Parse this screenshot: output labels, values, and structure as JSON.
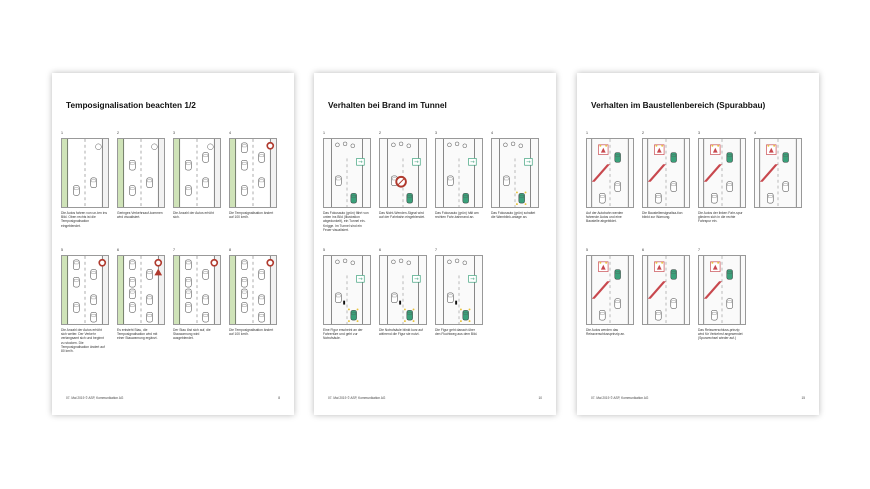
{
  "pages": [
    {
      "title": "Temposignalisation beachten 1/2",
      "footer_left": "07. Mai 2019   © ASP, Kommunikation AG",
      "page_number": "8",
      "panels": [
        {
          "num": "1",
          "caption": "Die Autos fahren von un-ten ins Bild. Oben rechts ist die Temposignalisation eingeblendet.",
          "scene": "road",
          "icon": "none"
        },
        {
          "num": "2",
          "caption": "Geringes Verkehrsauf-kommen wird visualisiert.",
          "scene": "road",
          "icon": "none"
        },
        {
          "num": "3",
          "caption": "Die Anzahl der Autos erhöht sich.",
          "scene": "road",
          "icon": "none"
        },
        {
          "num": "4",
          "caption": "Die Temposignalisation ändert auf 100 km/h.",
          "scene": "road",
          "icon": "speed"
        },
        {
          "num": "5",
          "caption": "Die Anzahl der Autos erhöht sich weiter. Der Verkehr verlangsamt sich und beginnt zu stocken. Die Temposignalisation ändert auf 80 km/h.",
          "scene": "road",
          "icon": "speed"
        },
        {
          "num": "6",
          "caption": "Es entsteht Stau, die Temposignalisation wird mit einer Stauwarnung ergänzt.",
          "scene": "road",
          "icon": "warning"
        },
        {
          "num": "7",
          "caption": "Der Stau löst sich auf, die Stauwarnung wird ausgeblendet.",
          "scene": "road",
          "icon": "speed"
        },
        {
          "num": "8",
          "caption": "Die Temposignalisation ändert auf 100 km/h.",
          "scene": "road",
          "icon": "speed"
        }
      ]
    },
    {
      "title": "Verhalten bei Brand im Tunnel",
      "footer_left": "07. Mai 2019   © ASP, Kommunikation AG",
      "page_number": "10",
      "panels": [
        {
          "num": "1",
          "caption": "Das Fokusauto (grün) fährt von unten ins Bild (Illustration abgedunkelt), ein Tunnel ein-Knigge. Im Tunnel sind ein Feuer visualisiert.",
          "scene": "tunnel",
          "icon": "none"
        },
        {
          "num": "2",
          "caption": "Das Nicht-Wenden-Signal wird auf der Fahrbahn eingeblendet.",
          "scene": "tunnel",
          "icon": "noturn"
        },
        {
          "num": "3",
          "caption": "Das Fokusauto (grün) hält am rechten Fahr-bahnrand an.",
          "scene": "tunnel",
          "icon": "none"
        },
        {
          "num": "4",
          "caption": "Das Fokusauto (grün) schaltet die Warnblink-anlage an.",
          "scene": "tunnel",
          "icon": "none"
        },
        {
          "num": "5",
          "caption": "Eine Figur erscheint an der Fahrertüre und geht zur Notrufsäule.",
          "scene": "tunnel",
          "icon": "none"
        },
        {
          "num": "6",
          "caption": "Die Notrufsäule blinkt kurz auf während die Figur sie nutzt.",
          "scene": "tunnel",
          "icon": "none"
        },
        {
          "num": "7",
          "caption": "Die Figur geht danach über den Fluchtweg aus dem Bild.",
          "scene": "tunnel",
          "icon": "none"
        }
      ]
    },
    {
      "title": "Verhalten im Baustellenbereich (Spurabbau)",
      "footer_left": "07. Mai 2019   © ASP, Kommunikation AG",
      "page_number": "15",
      "panels": [
        {
          "num": "1",
          "caption": "Auf der Autobahn werden fahrende Autos und eine Baustelle abgebildet.",
          "scene": "construction",
          "icon": "none"
        },
        {
          "num": "2",
          "caption": "Die Baustellensignalisa-tion blinkt zur Warnung.",
          "scene": "construction",
          "icon": "none"
        },
        {
          "num": "3",
          "caption": "Die Autos der linken Fahr-spur gliedern sich in die rechte Fahrspur ein.",
          "scene": "construction",
          "icon": "none"
        },
        {
          "num": "4",
          "caption": "",
          "scene": "construction",
          "icon": "none"
        },
        {
          "num": "5",
          "caption": "Die Autos werden das Reissverschlussprinzip an.",
          "scene": "construction",
          "icon": "none"
        },
        {
          "num": "6",
          "caption": "",
          "scene": "construction",
          "icon": "none"
        },
        {
          "num": "7",
          "caption": "Das Reissverschluss-prinzip wird für Verkehrsf angewendet (Spurwechsel wieder auf.)",
          "scene": "construction",
          "icon": "none"
        }
      ]
    }
  ],
  "colors": {
    "grass": "#cfe3b8",
    "focus_car": "#3aa07a",
    "fire": "#e8c23a",
    "barrier": "#c8484e",
    "sign_red": "#b03a2e"
  }
}
